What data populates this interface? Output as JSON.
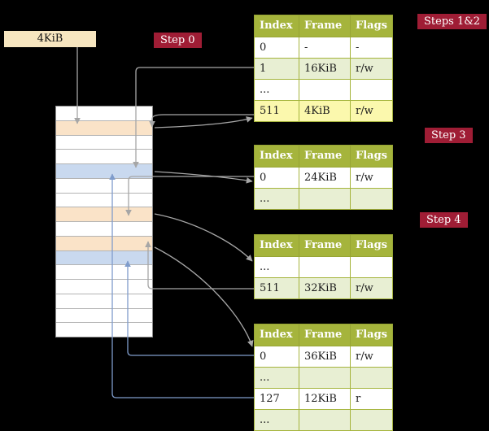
{
  "labels": {
    "frame_box": "4KiB",
    "step0": "Step 0",
    "steps12": "Steps 1&2",
    "step3": "Step 3",
    "step4": "Step 4"
  },
  "colors": {
    "background": "#000000",
    "badge_bg": "#9f1d35",
    "badge_text": "#ffffff",
    "table_header_bg": "#a5b43c",
    "table_border": "#a5b43c",
    "row_white": "#ffffff",
    "row_green": "#e8efd3",
    "row_yellow": "#fbf8ad",
    "frame_box_bg": "#f7e6c0",
    "memory_frame_peach": "#fae3c8",
    "memory_frame_blue": "#c9d9ef",
    "arrow_gray": "#a6a6a6",
    "arrow_blue": "#7f9ccb"
  },
  "tables": [
    {
      "id": "page-table-1",
      "headers": [
        "Index",
        "Frame",
        "Flags"
      ],
      "rows": [
        {
          "bg": "white",
          "cells": [
            "0",
            "-",
            "-"
          ]
        },
        {
          "bg": "green",
          "cells": [
            "1",
            "16KiB",
            "r/w"
          ]
        },
        {
          "bg": "white",
          "cells": [
            "...",
            "",
            ""
          ]
        },
        {
          "bg": "yellow",
          "cells": [
            "511",
            "4KiB",
            "r/w"
          ]
        }
      ]
    },
    {
      "id": "page-table-2",
      "headers": [
        "Index",
        "Frame",
        "Flags"
      ],
      "rows": [
        {
          "bg": "white",
          "cells": [
            "0",
            "24KiB",
            "r/w"
          ]
        },
        {
          "bg": "green",
          "cells": [
            "...",
            "",
            ""
          ]
        }
      ]
    },
    {
      "id": "page-table-3",
      "headers": [
        "Index",
        "Frame",
        "Flags"
      ],
      "rows": [
        {
          "bg": "white",
          "cells": [
            "...",
            "",
            ""
          ]
        },
        {
          "bg": "green",
          "cells": [
            "511",
            "32KiB",
            "r/w"
          ]
        }
      ]
    },
    {
      "id": "page-table-4",
      "headers": [
        "Index",
        "Frame",
        "Flags"
      ],
      "rows": [
        {
          "bg": "white",
          "cells": [
            "0",
            "36KiB",
            "r/w"
          ]
        },
        {
          "bg": "green",
          "cells": [
            "...",
            "",
            ""
          ]
        },
        {
          "bg": "white",
          "cells": [
            "127",
            "12KiB",
            "r"
          ]
        },
        {
          "bg": "green",
          "cells": [
            "...",
            "",
            ""
          ]
        }
      ]
    }
  ],
  "memory": {
    "rows": [
      "white",
      "peach",
      "white",
      "white",
      "blue",
      "white",
      "white",
      "peach",
      "white",
      "peach",
      "blue",
      "white",
      "white",
      "white",
      "white",
      "white"
    ]
  }
}
